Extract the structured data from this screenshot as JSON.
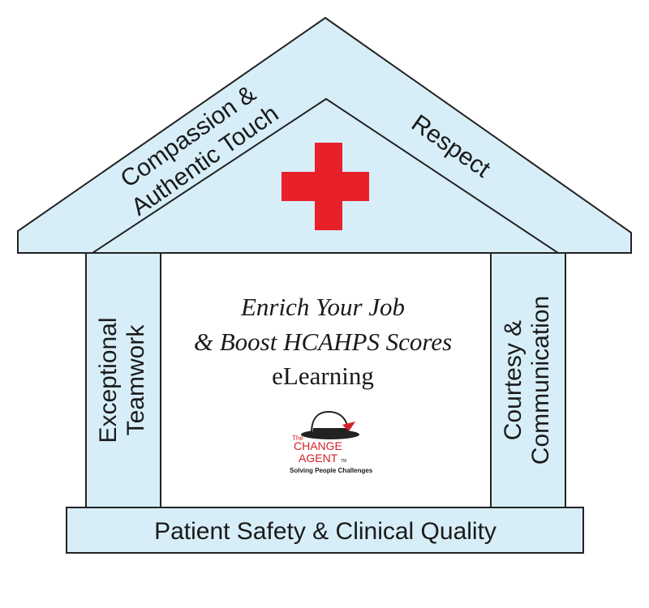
{
  "colors": {
    "panel_fill": "#d7eef8",
    "outline": "#222222",
    "cross": "#e8202a",
    "text": "#1a1a1a",
    "logo_red": "#d42027"
  },
  "roof": {
    "left_label_line1": "Compassion &",
    "left_label_line2": "Authentic Touch",
    "right_label": "Respect",
    "center_icon": "red-cross-icon"
  },
  "pillars": {
    "left_line1": "Exceptional",
    "left_line2": "Teamwork",
    "right_line1": "Courtesy &",
    "right_line2": "Communication"
  },
  "foundation": {
    "label": "Patient Safety & Clinical Quality"
  },
  "center": {
    "line1": "Enrich Your Job",
    "line2": "& Boost HCAHPS Scores",
    "line3": "eLearning"
  },
  "logo": {
    "icon": "fedora-hat-icon",
    "the": "The",
    "change": "CHANGE",
    "agent": "AGENT",
    "tm": "TM",
    "tagline": "Solving People Challenges"
  }
}
